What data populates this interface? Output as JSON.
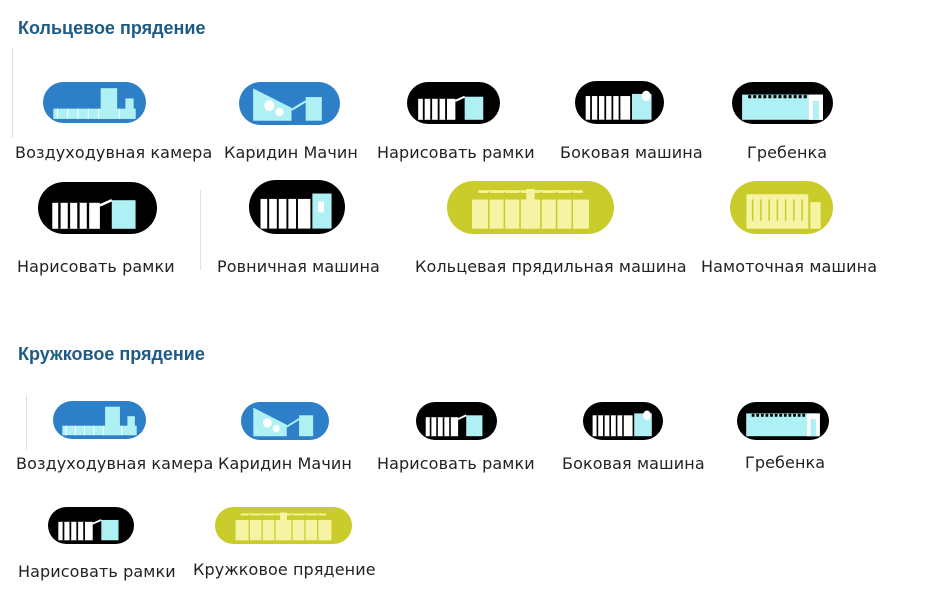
{
  "sections": [
    {
      "title": "Кольцевое прядение",
      "items": [
        {
          "label": "Воздуходувная камера",
          "icon": "blowing-room-icon"
        },
        {
          "label": "Каридин Мачин",
          "icon": "carding-machine-icon"
        },
        {
          "label": "Нарисовать рамки",
          "icon": "draw-frame-icon"
        },
        {
          "label": "Боковая машина",
          "icon": "lap-machine-icon"
        },
        {
          "label": "Гребенка",
          "icon": "comber-icon"
        },
        {
          "label": "Нарисовать рамки",
          "icon": "draw-frame-icon"
        },
        {
          "label": "Ровничная машина",
          "icon": "roving-machine-icon"
        },
        {
          "label": "Кольцевая прядильная машина",
          "icon": "ring-spinning-machine-icon"
        },
        {
          "label": "Намоточная машина",
          "icon": "winding-machine-icon"
        }
      ]
    },
    {
      "title": "Кружковое прядение",
      "items": [
        {
          "label": "Воздуходувная камера",
          "icon": "blowing-room-icon"
        },
        {
          "label": "Каридин Мачин",
          "icon": "carding-machine-icon"
        },
        {
          "label": "Нарисовать рамки",
          "icon": "draw-frame-icon"
        },
        {
          "label": "Боковая машина",
          "icon": "lap-machine-icon"
        },
        {
          "label": "Гребенка",
          "icon": "comber-icon"
        },
        {
          "label": "Нарисовать рамки",
          "icon": "draw-frame-icon"
        },
        {
          "label": "Кружковое прядение",
          "icon": "ring-spinning-machine-icon"
        }
      ]
    }
  ],
  "colors": {
    "title": "#1e5a86",
    "blue_pill": "#2d7fc7",
    "black_pill": "#000000",
    "yellow_pill": "#c9cc2a",
    "machine_fill": "#aef0f3",
    "machine_line": "#ffffff"
  }
}
